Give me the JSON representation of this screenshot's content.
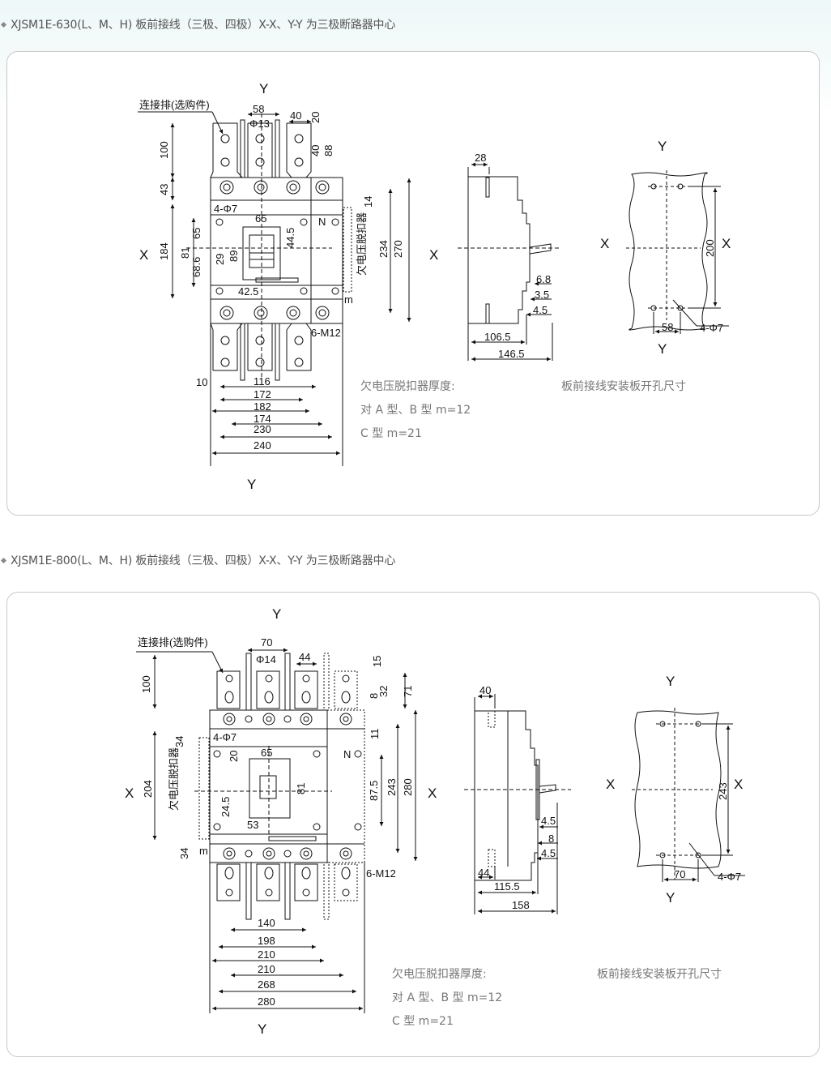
{
  "sections": [
    {
      "title": "XJSM1E-630(L、M、H) 板前接线（三极、四极）X-X、Y-Y 为三极断路器中心",
      "front_view": {
        "axis_x": "X",
        "axis_y": "Y",
        "busbar_label": "连接排(选购件)",
        "undervoltage_label": "欠电压脱扣器",
        "neutral_label": "N",
        "m_label": "m",
        "hole_top": "4-Φ7",
        "hole_bar": "Φ13",
        "bolt_label": "6-M12",
        "dims": {
          "d58": "58",
          "d40": "40",
          "d20": "20",
          "d40b": "40",
          "d88": "88",
          "d100": "100",
          "d43": "43",
          "d14": "14",
          "d65": "65",
          "d44_5": "44.5",
          "d184": "184",
          "d81": "81",
          "d65v": "65",
          "d68_6": "68.6",
          "d29": "29",
          "d89": "89",
          "d42_5": "42.5",
          "d234": "234",
          "d270": "270",
          "d10": "10",
          "d116": "116",
          "d172": "172",
          "d182": "182",
          "d174": "174",
          "d230": "230",
          "d240": "240"
        }
      },
      "side_view": {
        "axis_x": "X",
        "dims": {
          "d28": "28",
          "d6_8": "6.8",
          "d3_5": "3.5",
          "d4_5": "4.5",
          "d106_5": "106.5",
          "d146_5": "146.5"
        }
      },
      "panel_view": {
        "axis_x": "X",
        "axis_y": "Y",
        "dims": {
          "d200": "200",
          "d58": "58"
        },
        "hole_label": "4-Φ7"
      },
      "notes": {
        "thickness_title": "欠电压脱扣器厚度:",
        "line_ab": "对 A 型、B 型 m=12",
        "line_c": "C 型 m=21",
        "panel_caption": "板前接线安装板开孔尺寸"
      }
    },
    {
      "title": "XJSM1E-800(L、M、H) 板前接线（三极、四极）X-X、Y-Y 为三极断路器中心",
      "front_view": {
        "axis_x": "X",
        "axis_y": "Y",
        "busbar_label": "连接排(选购件)",
        "undervoltage_label": "欠电压脱扣器",
        "neutral_label": "N",
        "m_label": "m",
        "hole_top": "4-Φ7",
        "hole_bar": "Φ14",
        "bolt_label": "6-M12",
        "dims": {
          "d70": "70",
          "d44": "44",
          "d15": "15",
          "d8": "8",
          "d32": "32",
          "d71": "71",
          "d100": "100",
          "d34": "34",
          "d11": "11",
          "d20": "20",
          "d65": "65",
          "d204": "204",
          "d81": "81",
          "d24_5": "24.5",
          "d53": "53",
          "d87_5": "87.5",
          "d243": "243",
          "d280": "280",
          "d34b": "34",
          "d140": "140",
          "d198": "198",
          "d210a": "210",
          "d210b": "210",
          "d268": "268",
          "d280b": "280"
        }
      },
      "side_view": {
        "axis_x": "X",
        "dims": {
          "d40": "40",
          "d4_5a": "4.5",
          "d8": "8",
          "d4_5b": "4.5",
          "d44": "44",
          "d115_5": "115.5",
          "d158": "158"
        }
      },
      "panel_view": {
        "axis_x": "X",
        "axis_y": "Y",
        "dims": {
          "d243": "243",
          "d70": "70"
        },
        "hole_label": "4-Φ7"
      },
      "notes": {
        "thickness_title": "欠电压脱扣器厚度:",
        "line_ab": "对 A 型、B 型 m=12",
        "line_c": "C 型 m=21",
        "panel_caption": "板前接线安装板开孔尺寸"
      }
    }
  ]
}
